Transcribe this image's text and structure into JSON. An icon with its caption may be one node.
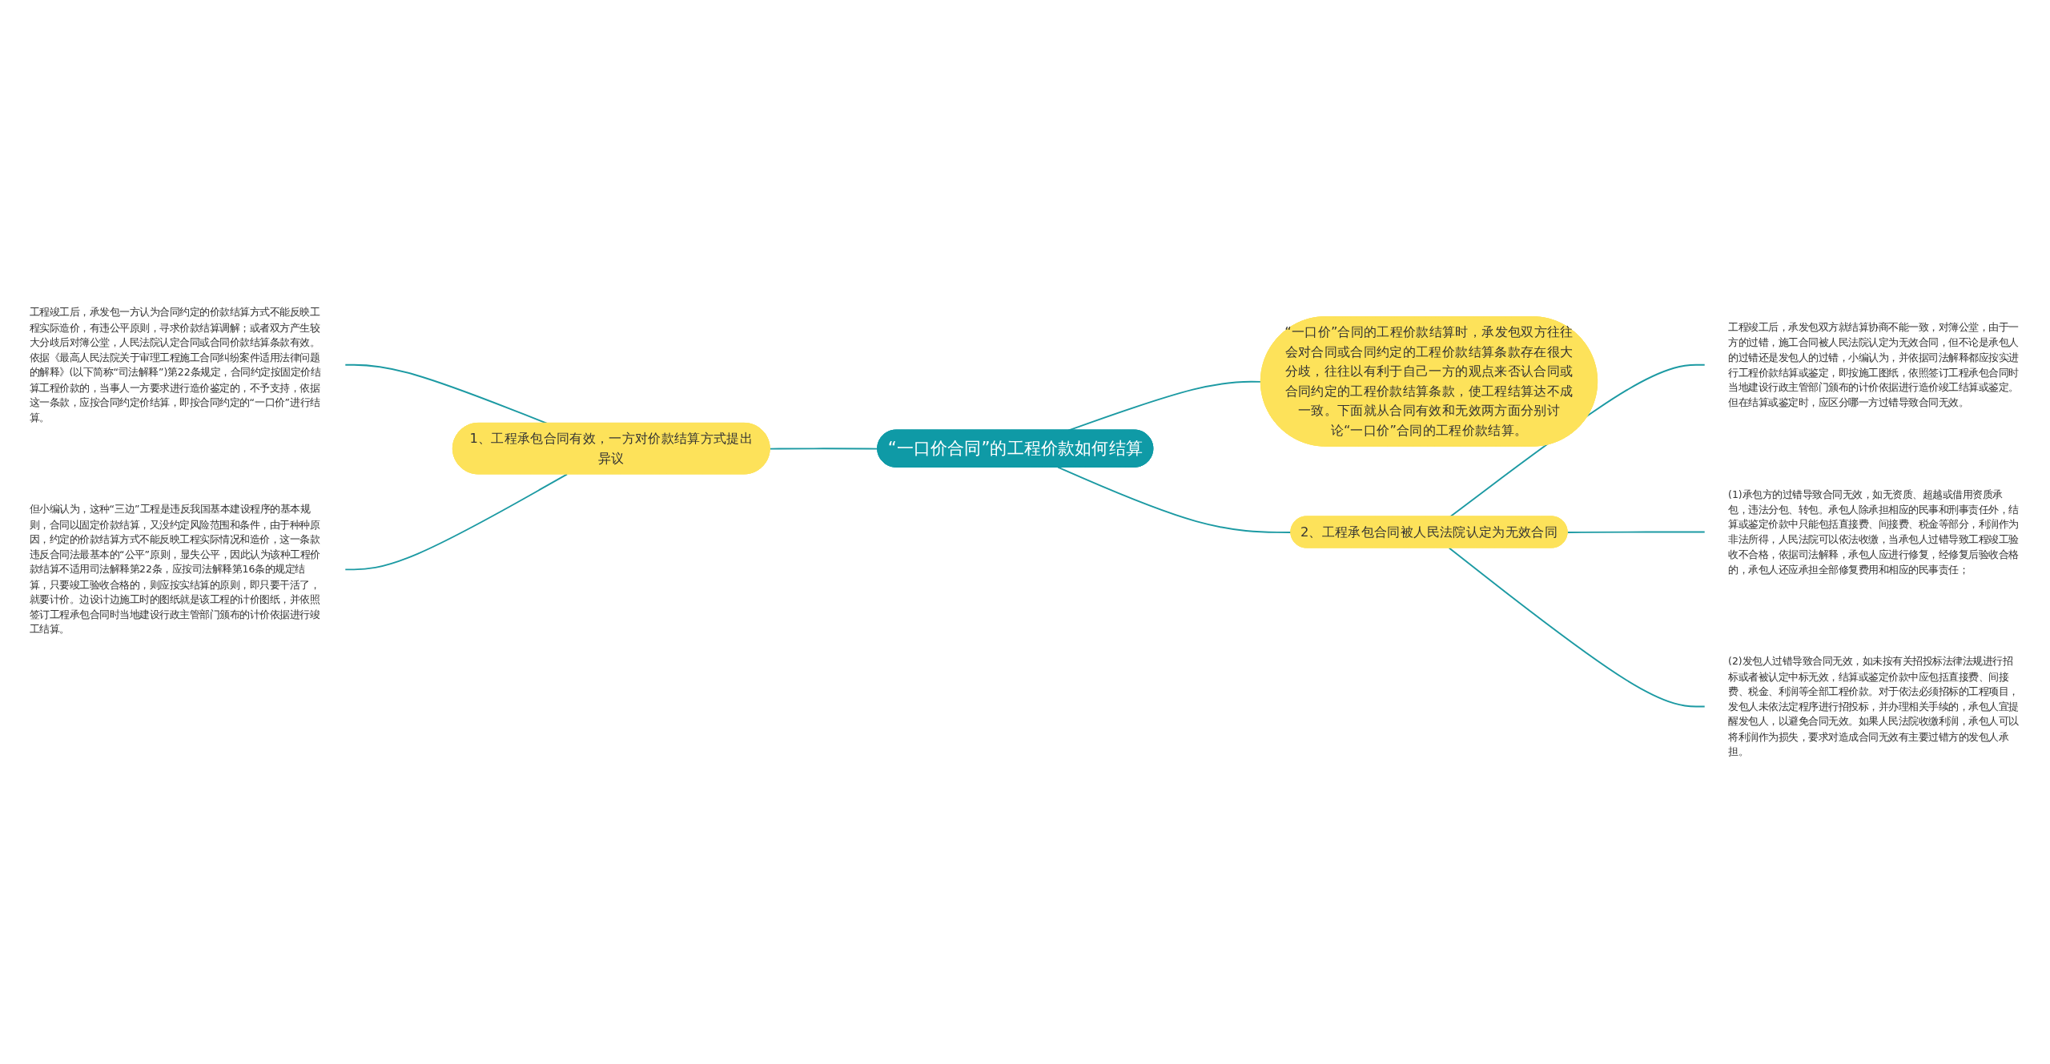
{
  "diagram": {
    "nodes": [
      {
        "text": [
          "“一口价合同”的工程价款如何结算"
        ]
      },
      {
        "text": [
          "1、工程承包合同有效，一方对价款结算方式提出异议"
        ]
      },
      {
        "text": [
          "工程竣工后，承发包一方认为合同约定的价款结算方式不能反映工程实际造价，有违公平原则，寻求价款结算调解；或者双方产生较大分歧后对簿公堂，人民法院认定合同或合同价款结算条款有效。依据《最高人民法院关于审理工程施工合同纠纷案件适用法律问题的解释》(以下简称“司法解释”)第22条规定，合同约定按固定价结算工程价款的，当事人一方要求进行造价鉴定的，不予支持，依据这一条款，应按合同约定价结算，即按合同约定的“一口价”进行结算。"
        ]
      },
      {
        "text": [
          "但小编认为，这种“三边”工程是违反我国基本建设程序的基本规则，合同以固定价款结算，又没约定风险范围和条件，由于种种原因，约定的价款结算方式不能反映工程实际情况和造价，这一条款违反合同法最基本的“公平”原则，显失公平，因此认为该种工程价款结算不适用司法解释第22条，应按司法解释第16条的规定结算，只要竣工验收合格的，则应按实结算的原则，即只要干活了，就要计价。边设计边施工时的图纸就是该工程的计价图纸，并依照签订工程承包合同时当地建设行政主管部门颁布的计价依据进行竣工结算。"
        ]
      },
      {
        "text": [
          "“一口价”合同的工程价款结算时，承发包双方往往会对合同或合同约定的工程价款结算条款存在很大分歧，往往以有利于自己一方的观点来否认合同或合同约定的工程价款结算条款，使工程结算达不成一致。下面就从合同有效和无效两方面分别讨论“一口价”合同的工程价款结算。"
        ]
      },
      {
        "text": [
          "2、工程承包合同被人民法院认定为无效合同"
        ]
      },
      {
        "text": [
          "工程竣工后，承发包双方就结算协商不能一致，对簿公堂，由于一方的过错，施工合同被人民法院认定为无效合同，但不论是承包人的过错还是发包人的过错，小编认为，并依据司法解释都应按实进行工程价款结算或鉴定，即按施工图纸，依照签订工程承包合同时当地建设行政主管部门颁布的计价依据进行造价竣工结算或鉴定。但在结算或鉴定时，应区分哪一方过错导致合同无效。"
        ]
      },
      {
        "text": [
          "(1)承包方的过错导致合同无效，如无资质、超越或借用资质承包，违法分包、转包。承包人除承担相应的民事和刑事责任外，结算或鉴定价款中只能包括直接费、间接费、税金等部分，利润作为非法所得，人民法院可以依法收缴，当承包人过错导致工程竣工验收不合格，依据司法解释，承包人应进行修复，经修复后验收合格的，承包人还应承担全部修复费用和相应的民事责任；"
        ]
      },
      {
        "text": [
          "(2)发包人过错导致合同无效，如未按有关招投标法律法规进行招标或者被认定中标无效，结算或鉴定价款中应包括直接费、间接费、税金、利润等全部工程价款。对于依法必须招标的工程项目，发包人未依法定程序进行招投标，并办理相关手续的，承包人宜提醒发包人，以避免合同无效。如果人民法院收缴利润，承包人可以将利润作为损失，要求对造成合同无效有主要过错方的发包人承担。"
        ]
      }
    ],
    "edges": [
      {
        "from": 1,
        "to": 0,
        "arrow": "none"
      },
      {
        "from": 2,
        "to": 1,
        "arrow": "none"
      },
      {
        "from": 3,
        "to": 1,
        "arrow": "none"
      },
      {
        "from": 0,
        "to": 4,
        "arrow": "none"
      },
      {
        "from": 0,
        "to": 5,
        "arrow": "none"
      },
      {
        "from": 5,
        "to": 6,
        "arrow": "none"
      },
      {
        "from": 5,
        "to": 7,
        "arrow": "none"
      },
      {
        "from": 5,
        "to": 8,
        "arrow": "none"
      }
    ]
  }
}
